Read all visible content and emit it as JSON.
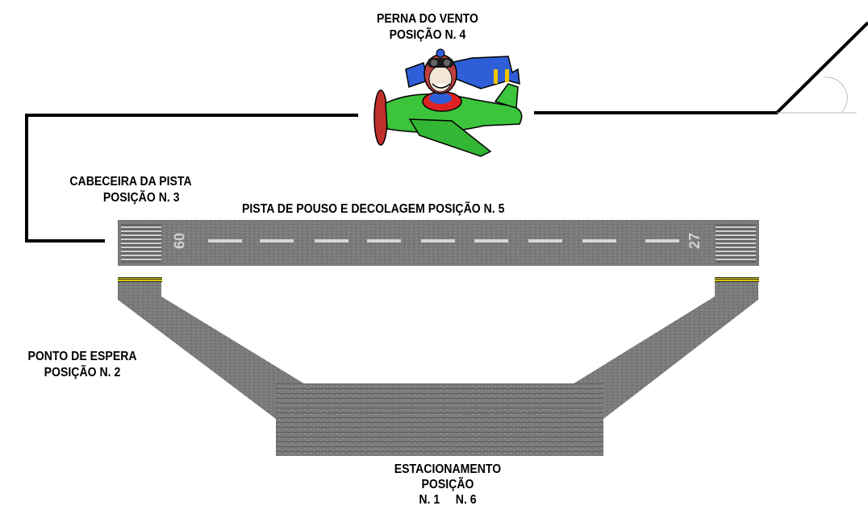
{
  "labels": {
    "downwind_title": "PERNA DO VENTO",
    "downwind_pos": "POSIÇÃO N. 4",
    "threshold_title": "CABECEIRA DA PISTA",
    "threshold_pos": "POSIÇÃO N. 3",
    "runway_title": "PISTA DE POUSO E DECOLAGEM POSIÇÃO N. 5",
    "holding_title": "PONTO DE ESPERA",
    "holding_pos": "POSIÇÃO N. 2",
    "parking_title": "ESTACIONAMENTO",
    "parking_pos": "POSIÇÃO",
    "parking_nums": "N. 1     N. 6"
  },
  "runway": {
    "designator_left": "09",
    "designator_right": "27"
  },
  "colors": {
    "asphalt": "#7c7c7c",
    "asphalt_dark": "#6a6a6a",
    "centerline": "#d8d8d8",
    "hold_line": "#e8d400",
    "path_line": "#000000",
    "plane_body": "#3cc43c",
    "plane_prop": "#c0302a"
  },
  "icons": [
    "airplane-pilot-icon"
  ]
}
